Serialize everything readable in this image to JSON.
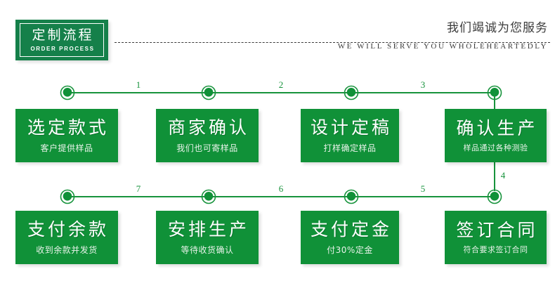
{
  "header": {
    "badge_cn": "定制流程",
    "badge_en": "ORDER PROCESS",
    "slogan_cn": "我们竭诚为您服务",
    "slogan_en": "WE WILL SERVE YOU WHOLEHEARTEDLY",
    "divider": "dashed-divider"
  },
  "colors": {
    "card_green": "#109138",
    "badge_green": "#15804a",
    "line_green": "#17933c",
    "background": "#ffffff",
    "text_dark": "#3b3b3b"
  },
  "flow": {
    "row1": {
      "steps": [
        {
          "title": "选定款式",
          "subtitle": "客户提供样品"
        },
        {
          "title": "商家确认",
          "subtitle": "我们也可寄样品"
        },
        {
          "title": "设计定稿",
          "subtitle": "打样确定样品"
        },
        {
          "title": "确认生产",
          "subtitle": "样品通过各种测验"
        }
      ],
      "segment_numbers": [
        "1",
        "2",
        "3"
      ]
    },
    "row2": {
      "steps": [
        {
          "title": "支付余款",
          "subtitle": "收到余款并发货"
        },
        {
          "title": "安排生产",
          "subtitle": "等待收货确认"
        },
        {
          "title": "支付定金",
          "subtitle": "付30%定金"
        },
        {
          "title": "签订合同",
          "subtitle": "符合要求签订合同"
        }
      ],
      "segment_numbers": [
        "7",
        "6",
        "5"
      ]
    },
    "vertical_connector_number": "4"
  }
}
